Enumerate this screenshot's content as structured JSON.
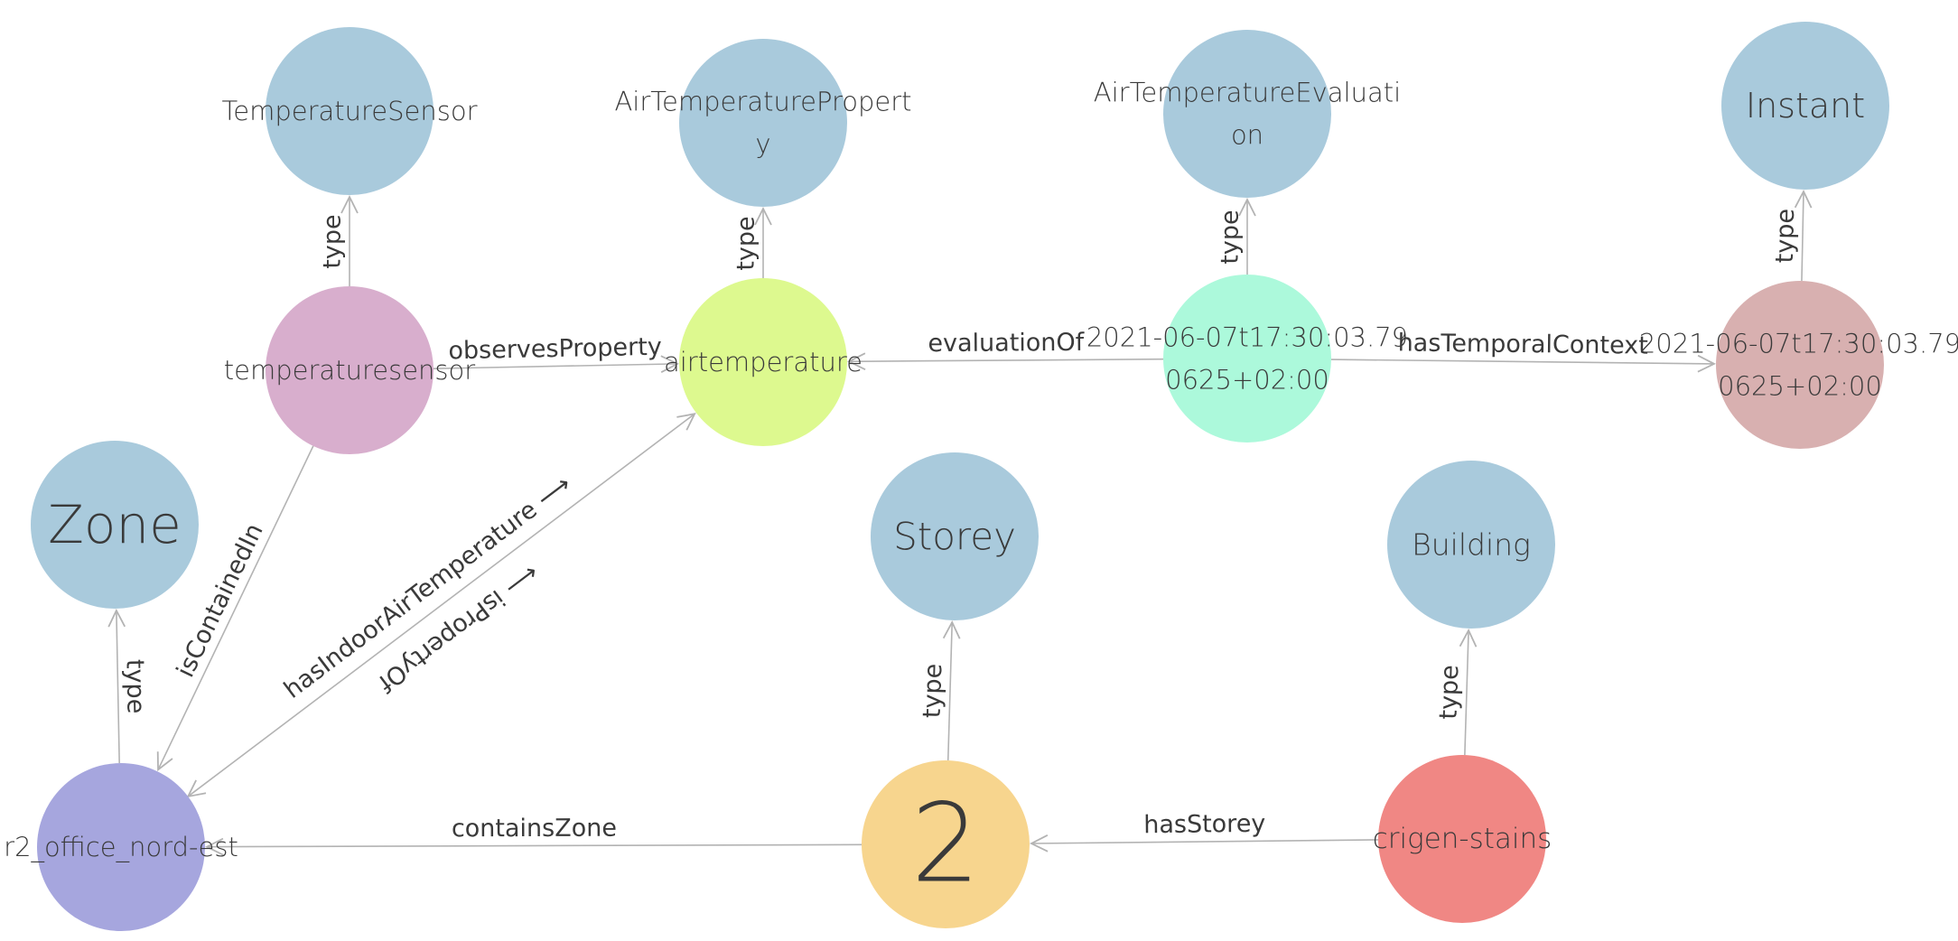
{
  "colors": {
    "class_node": "#a9cadc",
    "edge": "#b3b3b3",
    "text": "#3a3a3a"
  },
  "nodes": [
    {
      "id": "temperaturesensor-class",
      "lines": [
        "TemperatureSensor"
      ],
      "color": "#a9cadc"
    },
    {
      "id": "airtemperatureproperty-class",
      "lines": [
        "AirTemperaturePropert",
        "y"
      ],
      "color": "#a9cadc"
    },
    {
      "id": "airtemperatureevaluation-class",
      "lines": [
        "AirTemperatureEvaluati",
        "on"
      ],
      "color": "#a9cadc"
    },
    {
      "id": "instant-class",
      "lines": [
        "Instant"
      ],
      "color": "#a9cadc"
    },
    {
      "id": "temperaturesensor",
      "lines": [
        "temperaturesensor"
      ],
      "color": "#d8aecd"
    },
    {
      "id": "airtemperature",
      "lines": [
        "airtemperature"
      ],
      "color": "#ddf98f"
    },
    {
      "id": "evaluation",
      "lines": [
        "2021-06-07t17:30:03.79",
        "0625+02:00"
      ],
      "color": "#acf9db"
    },
    {
      "id": "instant",
      "lines": [
        "2021-06-07t17:30:03.79",
        "0625+02:00"
      ],
      "color": "#d8b0b0"
    },
    {
      "id": "zone-class",
      "lines": [
        "Zone"
      ],
      "color": "#a9cadc"
    },
    {
      "id": "storey-class",
      "lines": [
        "Storey"
      ],
      "color": "#a9cadc"
    },
    {
      "id": "building-class",
      "lines": [
        "Building"
      ],
      "color": "#a9cadc"
    },
    {
      "id": "r2-office-nord-est",
      "lines": [
        "r2_office_nord-est"
      ],
      "color": "#a6a6de"
    },
    {
      "id": "storey-2",
      "lines": [
        "2"
      ],
      "color": "#f7d58e"
    },
    {
      "id": "crigen-stains",
      "lines": [
        "crigen-stains"
      ],
      "color": "#f08784"
    }
  ],
  "edges": [
    {
      "id": "temperaturesensor-type",
      "from": "temperaturesensor",
      "to": "temperaturesensor-class",
      "label": "type"
    },
    {
      "id": "airtemperature-type",
      "from": "airtemperature",
      "to": "airtemperatureproperty-class",
      "label": "type"
    },
    {
      "id": "evaluation-type",
      "from": "evaluation",
      "to": "airtemperatureevaluation-class",
      "label": "type"
    },
    {
      "id": "instant-type",
      "from": "instant",
      "to": "instant-class",
      "label": "type"
    },
    {
      "id": "observes-property",
      "from": "temperaturesensor",
      "to": "airtemperature",
      "label": "observesProperty"
    },
    {
      "id": "evaluation-of",
      "from": "evaluation",
      "to": "airtemperature",
      "label": "evaluationOf"
    },
    {
      "id": "has-temporal-context",
      "from": "evaluation",
      "to": "instant",
      "label": "hasTemporalContext"
    },
    {
      "id": "is-contained-in",
      "from": "temperaturesensor",
      "to": "r2-office-nord-est",
      "label": "isContainedIn"
    },
    {
      "id": "has-indoor-air-temperature",
      "from": "r2-office-nord-est",
      "to": "airtemperature",
      "label": "hasIndoorAirTemperature ⟶",
      "label2": "⟵ isPropertyOf",
      "bidirectional": true
    },
    {
      "id": "zone-type",
      "from": "r2-office-nord-est",
      "to": "zone-class",
      "label": "type"
    },
    {
      "id": "storey-type",
      "from": "storey-2",
      "to": "storey-class",
      "label": "type"
    },
    {
      "id": "building-type",
      "from": "crigen-stains",
      "to": "building-class",
      "label": "type"
    },
    {
      "id": "contains-zone",
      "from": "storey-2",
      "to": "r2-office-nord-est",
      "label": "containsZone"
    },
    {
      "id": "has-storey",
      "from": "crigen-stains",
      "to": "storey-2",
      "label": "hasStorey"
    }
  ]
}
